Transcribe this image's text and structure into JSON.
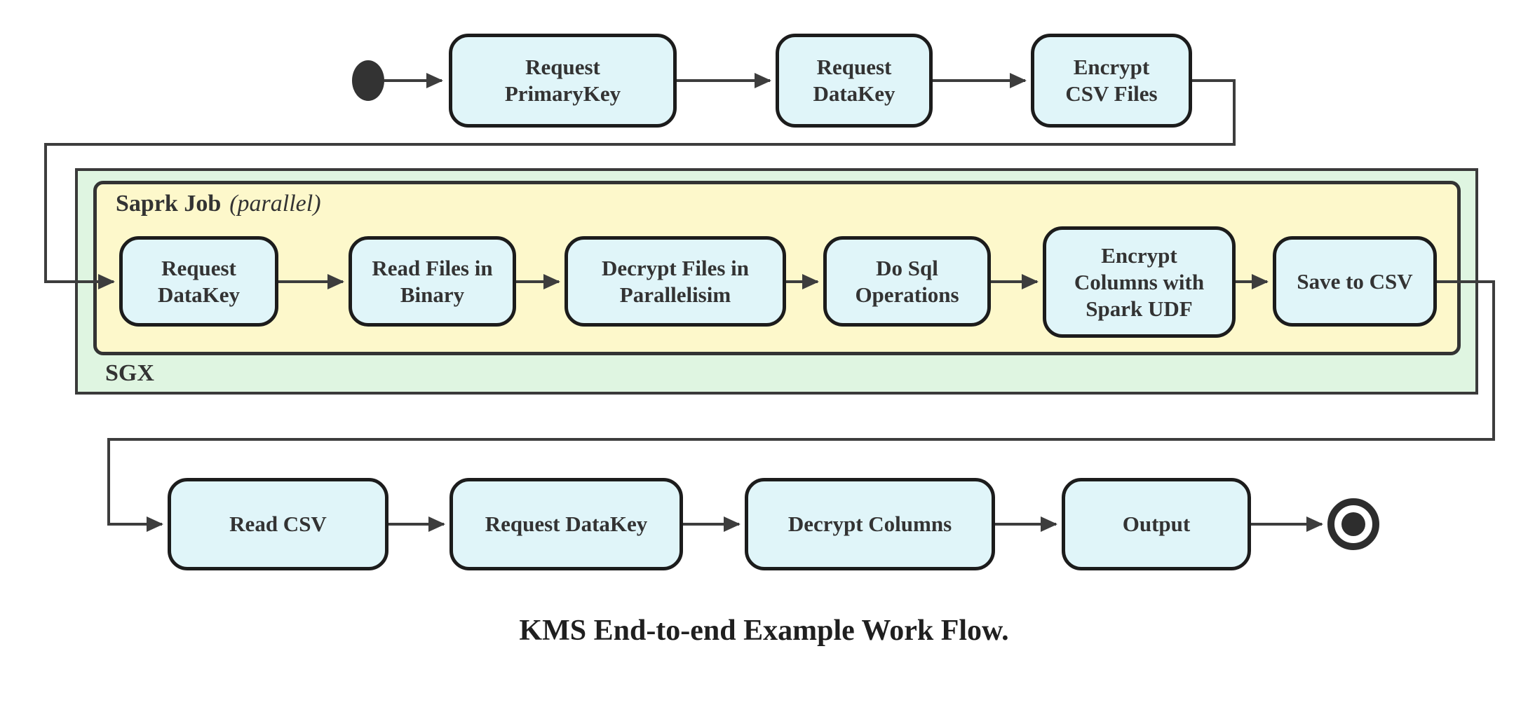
{
  "diagram": {
    "caption": "KMS End-to-end Example Work Flow.",
    "containers": {
      "sgx": {
        "label": "SGX"
      },
      "spark_job": {
        "label": "Saprk Job",
        "modifier": "(parallel)"
      }
    },
    "nodes": {
      "start": {
        "type": "start-state"
      },
      "request_primarykey": {
        "label": "Request\nPrimaryKey"
      },
      "request_datakey_top": {
        "label": "Request\nDataKey"
      },
      "encrypt_csv_files": {
        "label": "Encrypt\nCSV Files"
      },
      "request_datakey_spark": {
        "label": "Request\nDataKey"
      },
      "read_files_in_binary": {
        "label": "Read Files in\nBinary"
      },
      "decrypt_files_in_parallelisim": {
        "label": "Decrypt Files in\nParallelisim"
      },
      "do_sql_operations": {
        "label": "Do Sql\nOperations"
      },
      "encrypt_columns_with_spark_udf": {
        "label": "Encrypt\nColumns with\nSpark UDF"
      },
      "save_to_csv": {
        "label": "Save to CSV"
      },
      "read_csv": {
        "label": "Read CSV"
      },
      "request_datakey_bottom": {
        "label": "Request DataKey"
      },
      "decrypt_columns": {
        "label": "Decrypt Columns"
      },
      "output": {
        "label": "Output"
      },
      "end": {
        "type": "end-state"
      }
    },
    "flow": [
      "start -> Request PrimaryKey",
      "Request PrimaryKey -> Request DataKey",
      "Request DataKey -> Encrypt CSV Files",
      "Encrypt CSV Files -> Request DataKey (inside Saprk Job)",
      "Request DataKey -> Read Files in Binary",
      "Read Files in Binary -> Decrypt Files in Parallelisim",
      "Decrypt Files in Parallelisim -> Do Sql Operations",
      "Do Sql Operations -> Encrypt Columns with Spark UDF",
      "Encrypt Columns with Spark UDF -> Save to CSV",
      "Save to CSV -> Read CSV",
      "Read CSV -> Request DataKey",
      "Request DataKey -> Decrypt Columns",
      "Decrypt Columns -> Output",
      "Output -> end"
    ],
    "colors": {
      "node_fill": "#e0f5f9",
      "node_border": "#1c1c1c",
      "spark_container_fill": "#fdf8cb",
      "sgx_container_fill": "#dff5e1",
      "edge": "#3d3d3d",
      "text": "#333333"
    }
  }
}
